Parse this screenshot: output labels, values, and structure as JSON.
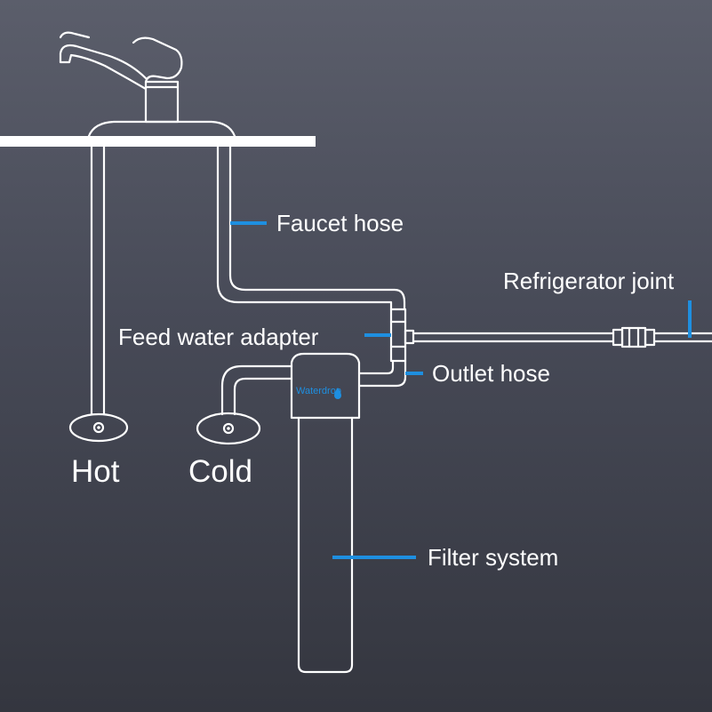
{
  "colors": {
    "background_top": "#5b5e6b",
    "background_bottom": "#34363f",
    "line": "#ffffff",
    "accent": "#1e8fe0"
  },
  "labels": {
    "faucet_hose": "Faucet hose",
    "refrigerator_joint": "Refrigerator joint",
    "feed_water_adapter": "Feed water adapter",
    "outlet_hose": "Outlet hose",
    "filter_system": "Filter system",
    "hot": "Hot",
    "cold": "Cold"
  },
  "filter": {
    "brand": "Waterdrop"
  },
  "icons": [
    "faucet-icon",
    "water-drop-icon",
    "valve-icon"
  ]
}
